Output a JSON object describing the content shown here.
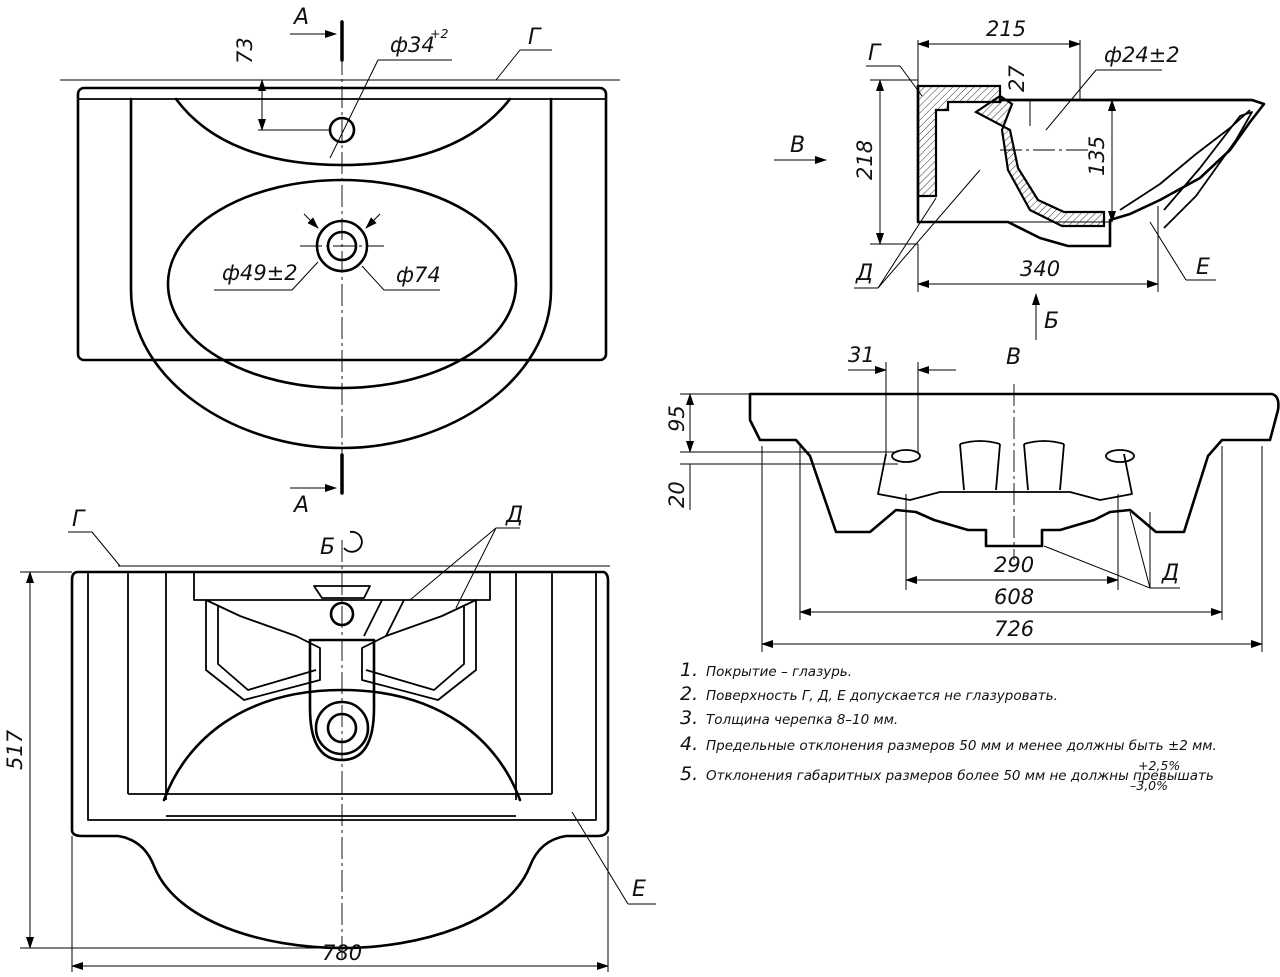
{
  "drawing": {
    "top_view": {
      "section_mark_top": "А",
      "section_mark_bottom": "А",
      "dim_tap_offset": "73",
      "dim_tap_hole": "ф34",
      "dim_tap_hole_tol": "+2",
      "surface_label": "Г",
      "dim_drain_inner": "ф49±2",
      "dim_drain_outer": "ф74"
    },
    "section_view": {
      "surface_label_g": "Г",
      "arrow_label_v": "В",
      "dim_depth": "215",
      "dim_overflow": "27",
      "dim_overflow_hole": "ф24±2",
      "dim_height": "218",
      "dim_bowl_depth": "135",
      "dim_length": "340",
      "surface_label_d": "Д",
      "surface_label_e": "Е",
      "arrow_label_b": "Б"
    },
    "front_view": {
      "view_label": "В",
      "dim_bracket": "31",
      "dim_rim": "95",
      "dim_step": "20",
      "dim_bowl_width": "290",
      "dim_inner_width": "608",
      "dim_overall_width": "726",
      "surface_label_d": "Д"
    },
    "bottom_view": {
      "view_label": "Б",
      "surface_label_g": "Г",
      "surface_label_d": "Д",
      "surface_label_e": "Е",
      "dim_height": "517",
      "dim_width": "780"
    },
    "notes": [
      {
        "num": "1.",
        "text": "Покрытие – глазурь."
      },
      {
        "num": "2.",
        "text": "Поверхность Г, Д, Е допускается не глазуровать."
      },
      {
        "num": "3.",
        "text": "Толщина черепка 8–10 мм."
      },
      {
        "num": "4.",
        "text": "Предельные отклонения размеров 50 мм и менее должны быть ±2  мм."
      },
      {
        "num": "5.",
        "text": "Отклонения габаритных размеров более 50 мм не должны превышать"
      }
    ],
    "note5_tol_plus": "+2,5%",
    "note5_tol_minus": "–3,0%"
  }
}
